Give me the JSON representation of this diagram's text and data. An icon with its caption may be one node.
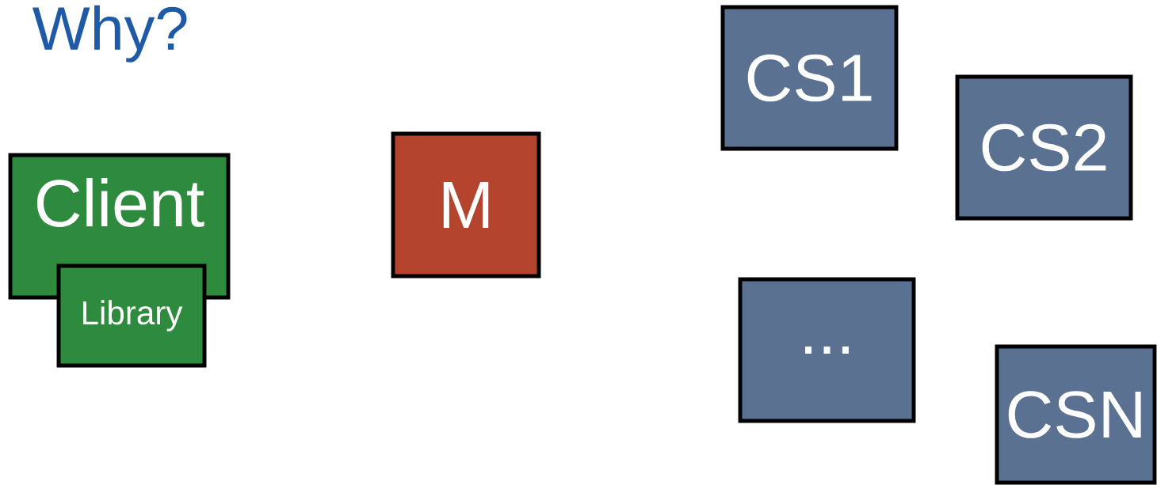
{
  "diagram": {
    "title": "Why?",
    "nodes": [
      {
        "text": [
          "Client"
        ]
      },
      {
        "text": [
          "Library"
        ]
      },
      {
        "text": [
          "M"
        ]
      },
      {
        "text": [
          "CS1"
        ]
      },
      {
        "text": [
          "CS2"
        ]
      },
      {
        "text": [
          "..."
        ]
      },
      {
        "text": [
          "CSN"
        ]
      }
    ]
  }
}
